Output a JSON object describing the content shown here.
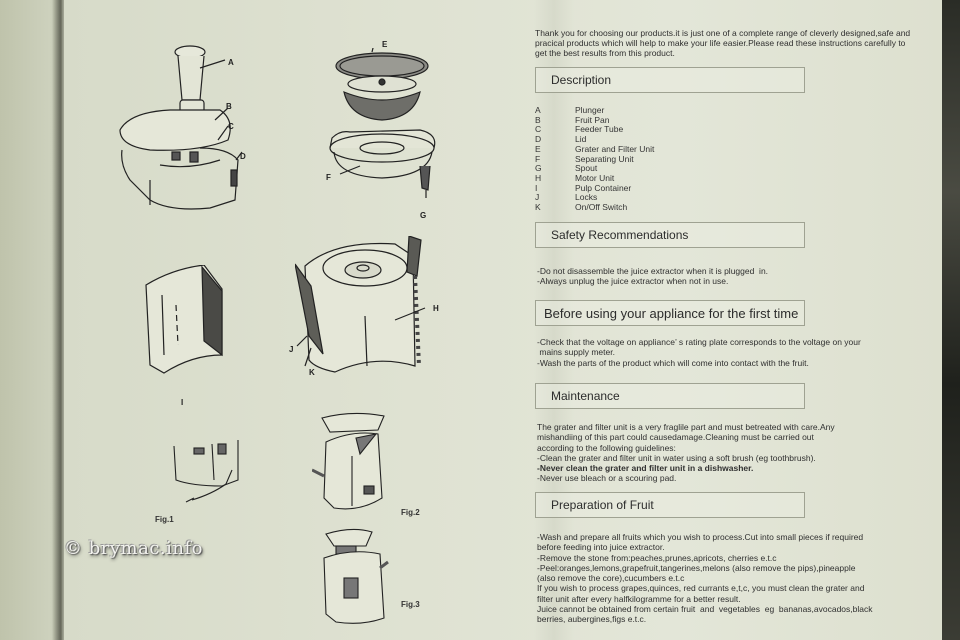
{
  "document": {
    "intro": "Thank you for choosing our products.it is just one of a complete range of cleverly designed,safe and pracical products which will help to make your life easier.Please read these instructions carefully to get the best results from this product.",
    "sections": {
      "description": {
        "title": "Description",
        "parts": [
          {
            "letter": "A",
            "name": "Plunger"
          },
          {
            "letter": "B",
            "name": "Fruit Pan"
          },
          {
            "letter": "C",
            "name": "Feeder Tube"
          },
          {
            "letter": "D",
            "name": "Lid"
          },
          {
            "letter": "E",
            "name": "Grater and Filter Unit"
          },
          {
            "letter": "F",
            "name": "Separating Unit"
          },
          {
            "letter": "G",
            "name": "Spout"
          },
          {
            "letter": "H",
            "name": "Motor Unit"
          },
          {
            "letter": "I",
            "name": "Pulp Container"
          },
          {
            "letter": "J",
            "name": "Locks"
          },
          {
            "letter": "K",
            "name": "On/Off Switch"
          }
        ]
      },
      "safety": {
        "title": "Safety Recommendations",
        "lines": [
          "-Do not disassemble the juice extractor when it is plugged  in.",
          "-Always unplug the juice extractor when not in use."
        ]
      },
      "first_use": {
        "title": "Before using your appliance for the first time",
        "lines": [
          "-Check that the voltage on appliance’ s rating plate corresponds to the voltage on your",
          " mains supply meter.",
          "-Wash the parts of the product which will come into contact with the fruit."
        ]
      },
      "maintenance": {
        "title": "Maintenance",
        "lines": [
          "The grater and filter unit is a very fraglile part and must betreated with care.Any",
          "mishandiing of this part could causedamage.Cleaning must be carried out",
          "according to the following guidelines:",
          "-Clean the grater and filter unit in water using a soft brush (eg toothbrush).",
          "-Never clean the grater and filter unit in a dishwasher.",
          "-Never use bleach or a scouring pad."
        ]
      },
      "preparation": {
        "title": "Preparation of Fruit",
        "lines": [
          "-Wash and prepare all fruits which you wish to process.Cut into small pieces if required",
          "before feeding into juice extractor.",
          "-Remove the stone from:peaches,prunes,apricots, cherries e.t.c",
          "-Peel:oranges,lemons,grapefruit,tangerines,melons (also remove the pips),pineapple",
          "(also remove the core),cucumbers e.t.c",
          "If you wish to process grapes,quinces, red currants e,t,c, you must clean the grater and",
          "filter unit after every halfkilogramme for a better result.",
          "Juice cannot be obtained from certain fruit  and  vegetables  eg  bananas,avocados,black",
          "berries, aubergines,figs e.t.c."
        ]
      }
    }
  },
  "diagrams": {
    "callouts": {
      "A": "A",
      "B": "B",
      "C": "C",
      "D": "D",
      "E": "E",
      "F": "F",
      "G": "G",
      "H": "H",
      "I": "I",
      "J": "J",
      "K": "K"
    },
    "captions": {
      "fig1": "Fig.1",
      "fig2": "Fig.2",
      "fig3": "Fig.3"
    }
  },
  "watermark": "© brymac.info"
}
